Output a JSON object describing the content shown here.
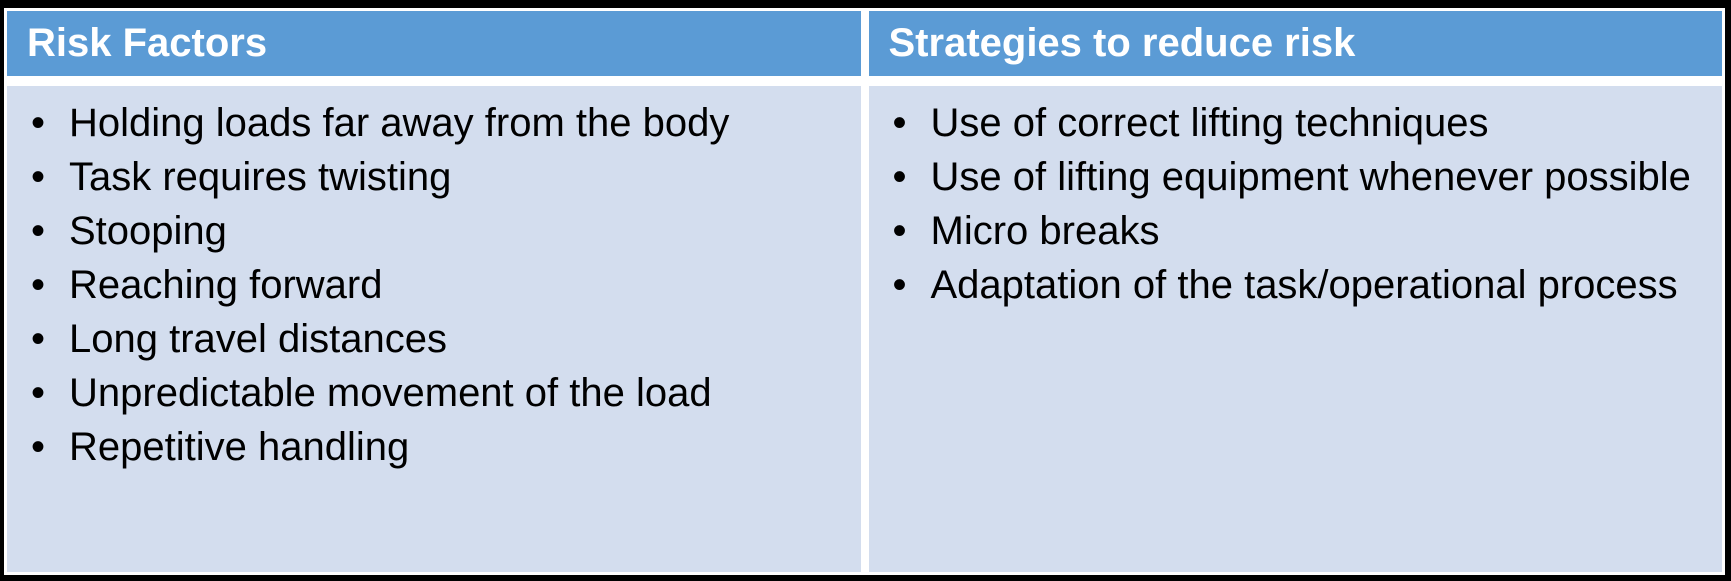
{
  "table": {
    "bullet_glyph": "•",
    "colors": {
      "frame": "#000000",
      "gap": "#FFFFFF",
      "header_bg": "#5B9BD5",
      "header_text": "#FFFFFF",
      "body_bg": "#D3DDEE",
      "body_text": "#000000"
    },
    "columns": [
      {
        "header": "Risk Factors",
        "items": [
          "Holding loads far away from the body",
          "Task requires twisting",
          "Stooping",
          "Reaching forward",
          "Long travel distances",
          "Unpredictable movement of the load",
          "Repetitive handling"
        ]
      },
      {
        "header": "Strategies to reduce risk",
        "items": [
          "Use of correct lifting techniques",
          "Use of lifting equipment whenever possible",
          "Micro breaks",
          "Adaptation of the task/operational process"
        ]
      }
    ]
  }
}
